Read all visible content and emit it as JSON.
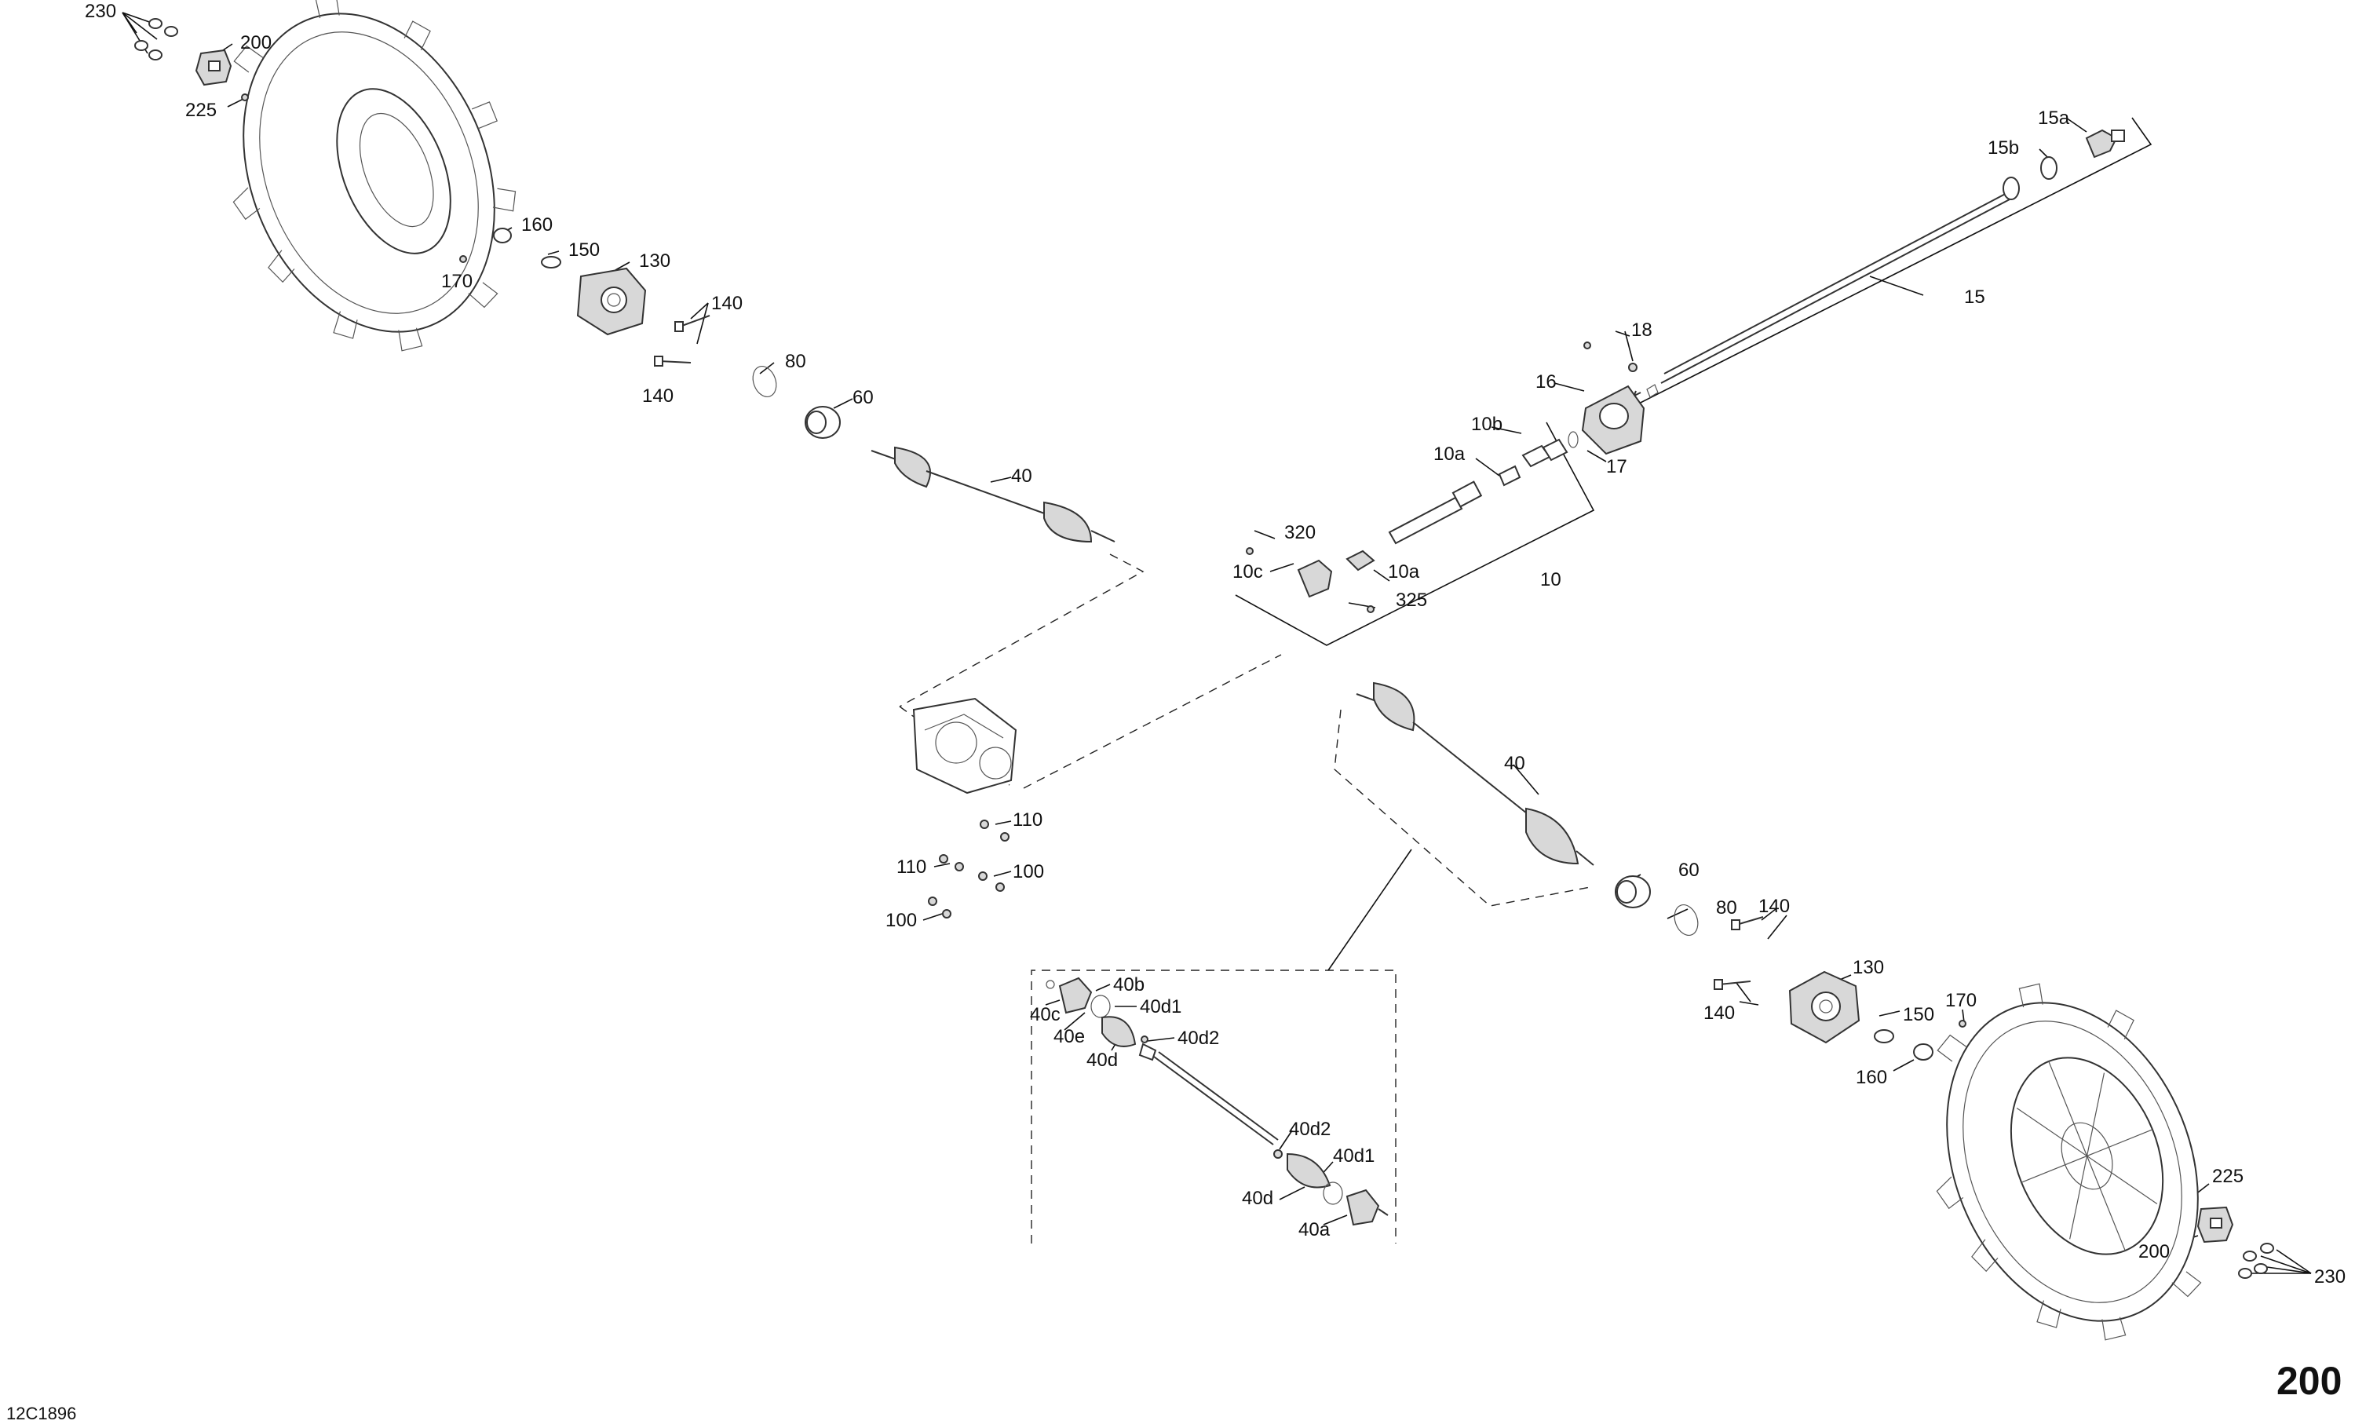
{
  "document": {
    "id": "12C1896",
    "page_number": "200"
  },
  "callouts": [
    "230",
    "200",
    "225",
    "160",
    "150",
    "130",
    "170",
    "140",
    "140",
    "80",
    "60",
    "40",
    "15a",
    "15b",
    "15",
    "18",
    "16",
    "17",
    "10b",
    "10a",
    "10a",
    "10c",
    "320",
    "325",
    "10",
    "40",
    "60",
    "80",
    "140",
    "140",
    "130",
    "150",
    "170",
    "160",
    "225",
    "200",
    "230",
    "110",
    "110",
    "100",
    "100",
    "40b",
    "40c",
    "40d1",
    "40e",
    "40d",
    "40d2",
    "40d2",
    "40d1",
    "40d",
    "40a"
  ],
  "icons": [
    "wheel-tire-icon",
    "hub-icon",
    "cv-joint-icon",
    "driveshaft-icon",
    "differential-icon",
    "bearing-icon",
    "snap-ring-icon",
    "bolt-icon",
    "nut-icon"
  ]
}
